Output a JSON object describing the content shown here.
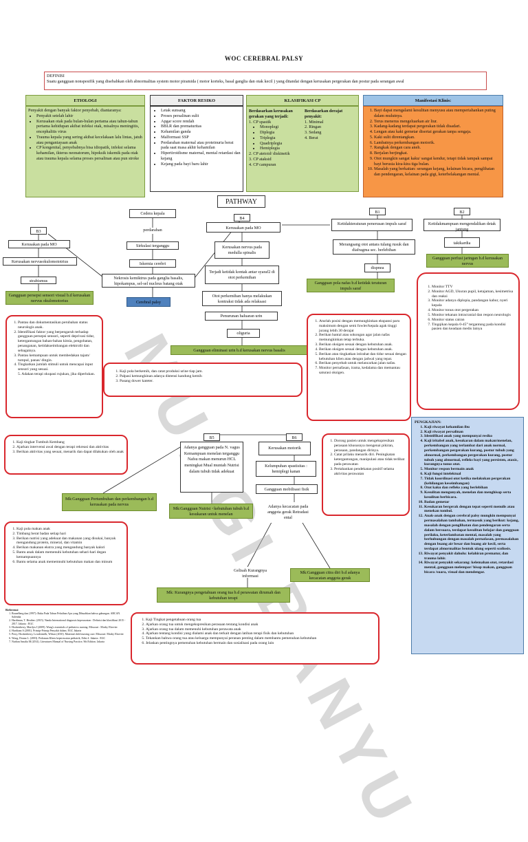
{
  "title": "WOC CEREBRAL PALSY",
  "definisi": {
    "label": "DEFINISI",
    "text": "Suatu gangguan nonspesifik yang disebabkan oleh abnormalitas system motor piramida ( motor korteks, basal ganglia dan otak kecil ) yang ditandai dengan kerusakan pergerakan dan postur pada serangan awal"
  },
  "etiologi": {
    "header": "ETIOLOGI",
    "intro": "Penyakit dengan banyak faktor penyebab, diantaranya:",
    "items": [
      "Penyakit setelah lahir",
      "Kerusakan otak pada bulan-bulan pertama atau tahun-tahun pertama kehidupan akibat infeksi otak, misalnya meningitis, encephalitis virus",
      "Trauma kepala yang sering akibat kecelakaan lalu lintas, jatuh atau penganiayaan anak",
      "CP kongenital, penyebabnya bisa idiopatik, infeksi selama kehamilan, ikterus neonatorum, hipoksik iskemik pada otak atau trauma kepala selama proses persalinan atau pun stroke"
    ]
  },
  "faktor_resiko": {
    "header": "FAKTOR RESIKO",
    "items": [
      "Letak sunsang",
      "Proses persalinan sulit",
      "Apgar score rendah",
      "BBLR dan prematuritas",
      "Kehamilan ganda",
      "Malformasi SSP",
      "Perdarahan maternal atau proteinuria berat pada saat masa akhir kehamilan",
      "Hipertiroidisme maternal, mental retardasi dan kejang",
      "Kejang pada bayi baru lahir"
    ]
  },
  "klasifikasi": {
    "header": "KLASIFIKASI CP",
    "left_title": "Berdasarkan kerusakan gerakan yang terjadi:",
    "left_items": [
      "CP spastik",
      "CP atetoid/ diskinetik",
      "CP ataksid",
      "CP campuran"
    ],
    "spastik_sub": [
      "Monoplegi",
      "Diplegia",
      "Triplegia",
      "Quadriplegia",
      "Hemiplegia"
    ],
    "right_title": "Berdasarkan derajat penyakit:",
    "right_items": [
      "Minimal",
      "Ringan",
      "Sedang",
      "Berat"
    ]
  },
  "manifestasi": {
    "header": "Manifestasi Klinis:",
    "items": [
      "Bayi dapat mengalami kesulitan menyusu atau mempertahankan puting dalam mulutnya.",
      "Terus menerus mengeluarkan air liur.",
      "Kadang-kadang terdapat pergerakan tidak disadari.",
      "Lengan atau kaki gemetar disertai gerakan tanpa sengaja.",
      "Kaki sulit direntangkan.",
      "Lambatnya perkembangan motorik.",
      "Rangkak dengan cara aneh.",
      "Berjalan berjingkat.",
      "Otot mungkin sangat kaku/ sangat kendur, tetapi tidak tampak sampai bayi berusia kira-kira tiga bulan.",
      "Masalah yang berkaitan: serangan kejang, kelainan bicara, penglihatan dan pendengaran, kelainan pada gigi, keterbelakangan mental."
    ]
  },
  "pathway": {
    "label": "PATHWAY",
    "nodes": {
      "cedera": "Cedera kepala",
      "perdarahan": "perdarahan",
      "sirkulasi": "Sirkulasi terganggu",
      "iskemia": "Iskemia cerebri",
      "nekrosis": "Nekrosis kemiktrus pada ganglia basalis, hipokampus, sel-sel nucleus batang otak",
      "cerebral_palsy": "Cerebral palsy",
      "b3_top": "B3",
      "kerusakan_mo_l": "Kerusakan pada MO",
      "kerusakan_neuro": "Kerusakan nervusokulomototrius",
      "strabismus": "strabismus",
      "dx_persepsi": "Gangguan persepsi sensori visual b.d kerusakan nervus okulomotorius",
      "b4": "B4",
      "kerusakan_mo_c": "Kerusakan pada MO",
      "kerusakan_nervus_med": "Kerusakan nervus pada medulla spinalis",
      "terjadi_kontak": "Terjadi ketidak kontak antar syaraf2 di otot perkemihan",
      "otot_perkemihan": "Otot perkemihan hanya melakukan kontraksi tidak ada relaksasi",
      "penurunan_urin": "Penurunan haluaran urin",
      "oliguria": "oliguria",
      "dx_eliminasi": "Gangguan eliminasi urin b.d kerusakan nervus basalis",
      "b1": "B1",
      "ketidakteraturan": "Ketidakteraturan penerusan impuls saraf",
      "merangsang": "Merangsang otot antara tulang rusuk dan diafragma sec. berlebihan",
      "dispnea": "dispnea",
      "dx_nafas": "Gangguan pola nafas b.d ketidak teraturan impuls saraf",
      "b2": "B2",
      "ketidakmampuan": "Ketidakmampuan mengendalikan detak jantung",
      "takikardia": "takikardia",
      "dx_perfusi": "Gangguan perfusi jaringan b.d kerusakan nervus",
      "b5": "B5",
      "b6": "B6",
      "gangguan_mo_vagus": "Adanya gangguan pada N. vagus Kemampuan menelan terganggu Nafsu makan menurun HCL meningkat Mual muntah Nutrisi dalam tubuh tidak adekuat",
      "dx_tumbuh": "Mk:Gangguan Pertumbuhan dan perkembangan b.d kerusakan pada nervus",
      "dx_nutrisi": "Mk:Gangguan Nutrisi <kebutuhan tubuh b.d kesukaran untuk menelan",
      "kerusakan_motorik": "Kerusakan motorik",
      "kelumpuhan": "Kelumpuhan spastisitas : hemiplegi kanan",
      "dx_mobilitas": "Gangguan mobilisasi fisik",
      "kecacatan": "Adanya kecacatan pada anggota gerak Retradasi ental",
      "gelisah": "Gelisah Kurangnya informasi",
      "dx_citra": "Mk:Gangguan citra diri b.d adanya kecacatan anggota gerak",
      "dx_pengetahuan": "Mk: Kurangnya pengetahuan orang tua b.d perawatan dirumah dan kebutuhan terapi"
    }
  },
  "interventions": {
    "persepsi": [
      "Pantau dan dokumentasikan perubahan status neurologis anak.",
      "Identifikasi faktor yang berpengaruh terhadap gangguan persepsi sensori, seperti deprivasi tidur, ketergantungan bahan-bahan kimia, pengobatan, penanganan, ketidakseimbangan elektrolit dan sebagainya.",
      "Pantau kemampuan untuk membedakan tajam/ tumpul, panas/ dingin.",
      "Tingkatkan jumlah stimuli untuk mencapai input sensori yang sesuai.",
      "Adakan terapi okupasi rujukan, jika diperlukan."
    ],
    "eliminasi": [
      "Kaji pola berkemih, dan catat produksi urine tiap jam.",
      "Palpasi kemungkinan adanya distensi kandung kemih",
      "Pasang dower kateter."
    ],
    "nafas": [
      "Aturlah posisi dengan memungkinkan ekspansi paru maksimum dengan semi fowler/kepala agak tinggi jurang lebih 30 derajat",
      "Berikan bantal atau sokongan agar jalan nafas memungkinkan tetap terbuka.",
      "Berikan oksigen sesuai dengan kebutuhan anak.",
      "Berikan oksigen sesuai dengan kebutuhan anak.",
      "Berikan atau tingkatkan istirahat dan tidur sesuai dengan kebutuhan klien atau dengan jadwal yang tepat.",
      "Berikan penyebab untuk melancarkan jalan nafas.",
      "Monitor pernafasan, irama, kedalama dan memantau saturasi oksigen."
    ],
    "perfusi": [
      "Monitor TTV",
      "Monitor AGD, Ukuran pupil, ketajaman, kesimetrisa dan reaksi",
      "Monitor adanya diplopia, pandangan kabur, nyeri kepala",
      "Monitor tonus otot pergerakan",
      "Monitor tekanan intracranial dan respon neurologis",
      "Monitor status cairan",
      "Tingqikan kepala 0-45° tergantung pada kondisi pasien dan keadaan medis lainya"
    ],
    "tumbuh": [
      "Kaji tingkat Tumbuh Kembang",
      "Ajarkan intervensi awal dengan terapi rekreasi dan aktivitas",
      "Berikan aktivitas yang sesuai, menarik dan dapat dilakukan oleh anak"
    ],
    "nutrisi": [
      "Kaji pola makan anak",
      "Timbang berat badan setiap hari",
      "Berikan nutrisi yang adekuat dan makanan yang disukai, banyak mengandung protein, mineral, dan vitamin",
      "Berikan makanan ekstra yang mengandung banyak kalori",
      "Bantu anak dalam memenuhi kebutuhan sehari-hari degan kemampuannya",
      "Bantu selama anak mememnuhi kebutuhan makan dan minum"
    ],
    "mobilitas": [
      "Dorong pasien untuk mengekspresikan perasaan khususnya mengenai pikiran, perasaan, pandangan dirinya.",
      "Catat prilaku menarik diri. Peningkatan ketergantungan, manipulasi atau tidak terlibat pada perawatan",
      "Pertahankan pendekatan positif selama aktivitas perawatan"
    ],
    "pengetahuan": [
      "Kaji Tingkat pengetahuan orang tua",
      "Ajarkan orang tua untuk mengekspresikan perasaan tentang kondisi anak",
      "Ajarkan orang tua dalam memenuhi kebutuhan perawata anak",
      "Ajarkan tentang kondisi yang dialami anak dan terkait dengan latihan terapi fisik dan kebutuhan",
      "Tekankan bahwa orang tua atau keluarga mempunyai peranan penting dalam membantu pemenuhan kebutuhan",
      "Jelaskan pentingnya pemenuhan kebutuhan bermain dan sosialisasi pada orang lain"
    ]
  },
  "pengkajian": {
    "header": "PENGKAJIAN:",
    "items": [
      "Kaji riwayat kehamilan ibu",
      "Kaji riwayat persalinan",
      "Identifikasi anak yang mempunyai resiko",
      "Kaji iritabel anak, kesukaran dalam makan/menelan, perkembangan yang terlambat dari anak normal, perkembangan pergerakan kurang, postur tubuh yang abnormal, perkembangan pergerakan kurang, postur tubuh yang abnormal, refleks bayi yang persisten, ataxic, kurangnya tonus otot.",
      "Monitor respon bermain anak",
      "Kaji fungsi intelektual",
      "Tidak koordinasi otot ketika melakukan pergerakan (kehilangan keseimbangan)",
      "Otot kaku dan refleks yang berlebihan",
      "Kesulitan mengunyah, menelan dan menghisap serta kesulitan berbicara.",
      "Badan gemetar",
      "Kesukaran bergerak dengan tepat seperti menulis atau menekan tombol.",
      "Anak-anak dengan cerebral palsy mungkin mempunyai permasalahan tambahan, termasuk yang berikut: kejang, masalah dengan penglihatan dan pendengaran serta dalam bersuara, terdapat kesulitan belajar dan gangguan perilaku, keterlambatan mental, masalah yang berhubungan dengan masalah pernafasan, permasalahan dengan buang air besar dan buang air kecil, serta terdapat abnormalitas bentuk ulang seperti scoliosis.",
      "Riwayat penyakit dahulu: kelahiran prematur, dan trauma lahir.",
      "Riwayat penyakit sekarang: kelemahan otot, retardasi mental, gangguan melempar/ hisap makan, gangguan bicara /suara, visual dan mendengar."
    ]
  },
  "referensi": {
    "label": "Referensi",
    "items": [
      "Brunelberg dan (1997): Buku Pada Tahun Pelatihan Ajar yang Dibuahkan bahwa gabungan. ABCAN. Salemba",
      "Hardiman, T. Heather. (2015). Nanda International diagnosis keperawatan : Definisi dan klasifikasi 2015 - 2017. Jakarta : EGC",
      "Hockenberry, Marilyn J (2009). Wong's essentials of pediatrics nursing. Missouri : Mosby Elsevier",
      "Hurdiaan A (2001). Prinsip-Prinsip Penyakit dalam. EGC Jakarta",
      "Perry, Hockenberry, Lowdermilk, Wilson (2010). Maternal child nursing care. Missouri: Mosby Elsevier",
      "Wong, Donna L. (2003). Pedoman Klinis keperawatan pediatrik, Edisi 4. Jakarta : EGC",
      "Nurhan Amalia M (2014). Literatures Manual of Nursing Practice, 9th Edition. Jakarta"
    ]
  },
  "watermark": "MUNGI BANYU",
  "colors": {
    "red_frame": "#d9262c",
    "green": "#c9df9f",
    "blue": "#9dc3e6",
    "orange": "#f79646",
    "lightblue": "#c6d9f1"
  }
}
